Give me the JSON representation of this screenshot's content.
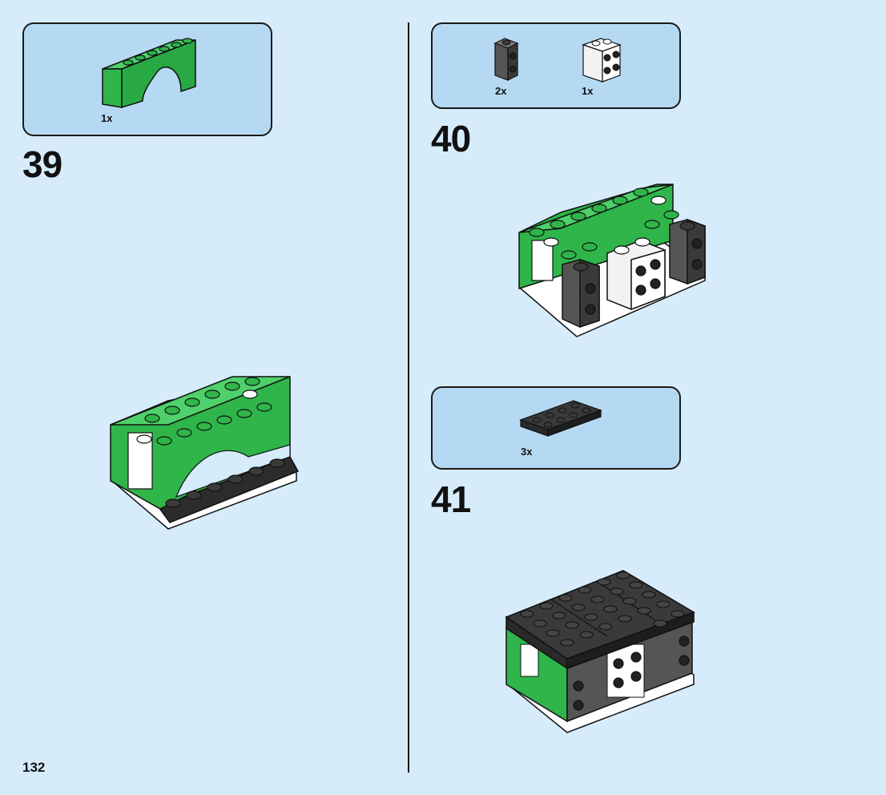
{
  "page": {
    "number": "132"
  },
  "steps": [
    {
      "number": "39",
      "parts": [
        {
          "name": "green-arch-brick",
          "qty": "1x"
        }
      ]
    },
    {
      "number": "40",
      "parts": [
        {
          "name": "dark-gray-brick-1x1-side-studs",
          "qty": "2x"
        },
        {
          "name": "white-brick-1x2-side-studs",
          "qty": "1x"
        }
      ]
    },
    {
      "number": "41",
      "parts": [
        {
          "name": "black-plate-2x4",
          "qty": "3x"
        }
      ]
    }
  ],
  "colors": {
    "background": "#d6ecfb",
    "callout": "#b5d9f2",
    "green": "#2fb54a",
    "black": "#3a3a3a",
    "white": "#ffffff",
    "gray": "#6b6b6b"
  }
}
